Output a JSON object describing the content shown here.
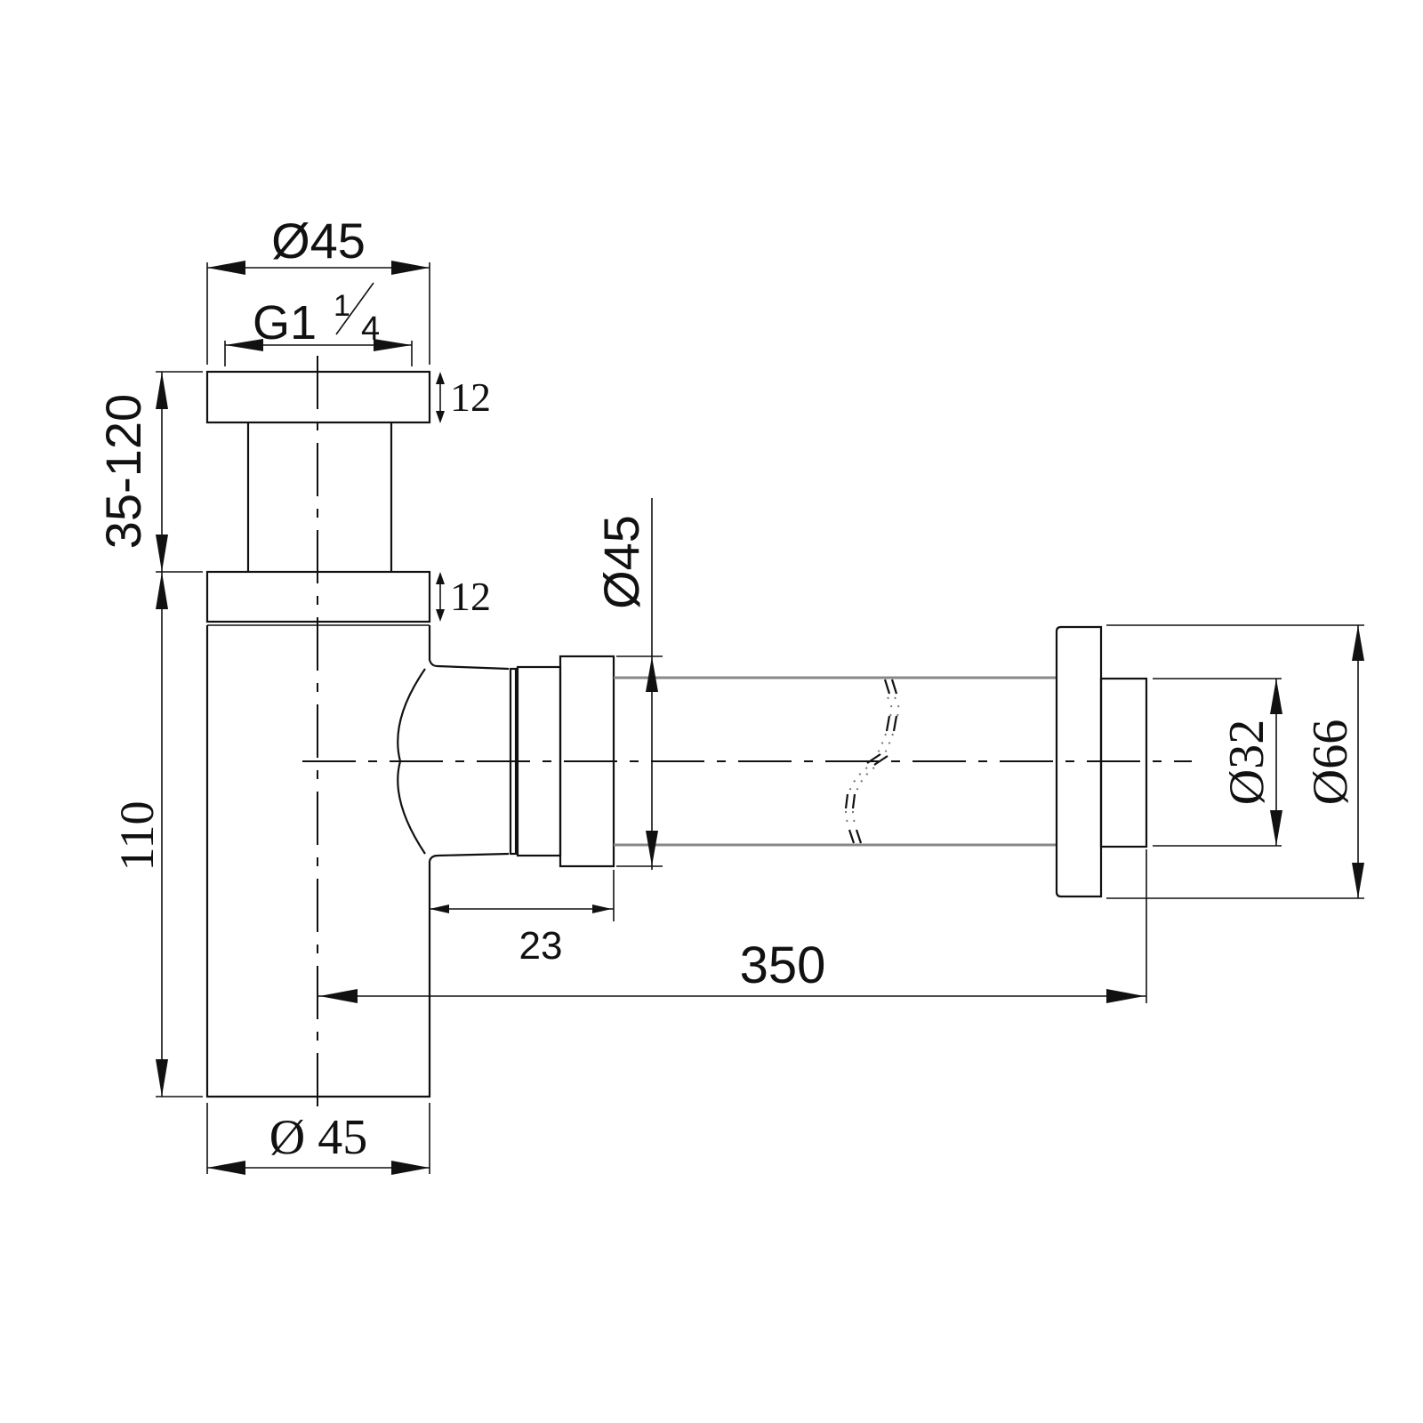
{
  "drawing": {
    "title": "Bottle trap dimension drawing",
    "units": "mm",
    "stroke_color": "#111111",
    "background": "#ffffff"
  },
  "dimensions": {
    "top_flange_diameter": "Ø45",
    "thread": {
      "main": "G1",
      "fraction_num": "1",
      "fraction_den": "4"
    },
    "top_flange_thickness": "12",
    "adjustable_height": "35-120",
    "lower_flange_thickness": "12",
    "body_height": "110",
    "body_diameter": "Ø 45",
    "outlet_nut_diameter": "Ø45",
    "outlet_offset": "23",
    "total_length": "350",
    "wall_pipe_diameter": "Ø32",
    "wall_rosette_diameter": "Ø66"
  }
}
